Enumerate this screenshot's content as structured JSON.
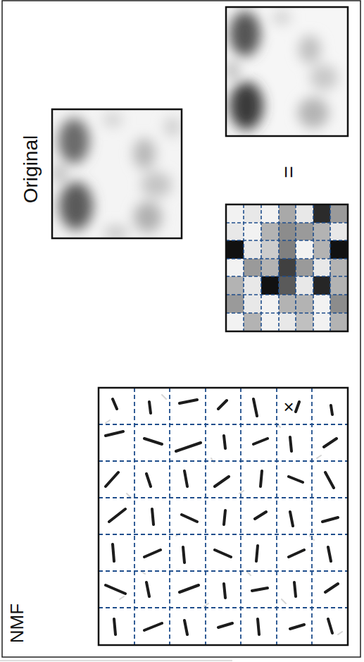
{
  "diagram": {
    "labels": [
      "Original",
      "=",
      "×",
      "NMF"
    ]
  }
}
